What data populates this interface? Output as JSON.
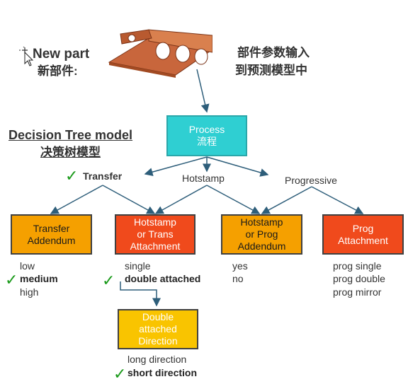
{
  "header": {
    "new_part_en": "New part",
    "new_part_cn": "新部件:",
    "input_line1": "部件参数输入",
    "input_line2": "到预测模型中"
  },
  "title": {
    "line1": "Decision Tree model",
    "line2": "决策树模型"
  },
  "process": {
    "line1": "Process",
    "line2": "流程"
  },
  "branches": {
    "transfer": "Transfer",
    "hotstamp": "Hotstamp",
    "progressive": "Progressive"
  },
  "nodes": {
    "transfer_addendum": "Transfer\nAddendum",
    "hotstamp_trans": "Hotstamp\nor Trans\nAttachment",
    "hotstamp_prog": "Hotstamp\nor Prog\nAddendum",
    "prog_attachment": "Prog\nAttachment",
    "double_attached": "Double\nattached\nDirection"
  },
  "options": {
    "transfer": [
      "low",
      "medium",
      "high"
    ],
    "hotstamp_trans": [
      "single",
      "double attached"
    ],
    "hotstamp_prog": [
      "yes",
      "no"
    ],
    "prog": [
      "prog single",
      "prog double",
      "prog mirror"
    ],
    "direction": [
      "long direction",
      "short direction"
    ]
  },
  "checkmark": "✓",
  "colors": {
    "teal": "#2fcfd2",
    "orange": "#f5a000",
    "red": "#f04a1c",
    "yellow": "#f9c400",
    "arrow": "#2e5e7a",
    "check": "#1a9a1a"
  }
}
